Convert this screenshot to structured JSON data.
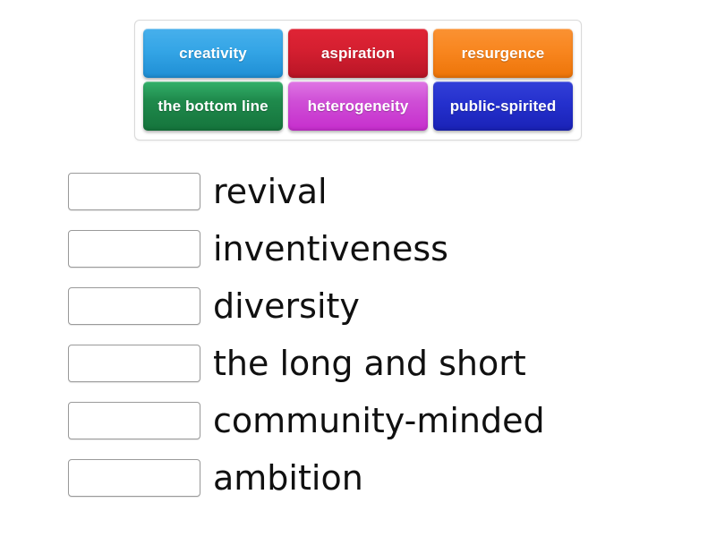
{
  "activity": {
    "type": "match-up",
    "background_color": "#ffffff"
  },
  "tile_bank": {
    "border_color": "#d9d9d9",
    "rows": [
      [
        {
          "label": "creativity",
          "color": "#2f9fe0",
          "color_name": "blue"
        },
        {
          "label": "aspiration",
          "color": "#d41f30",
          "color_name": "red"
        },
        {
          "label": "resurgence",
          "color": "#f8861f",
          "color_name": "orange"
        }
      ],
      [
        {
          "label": "the bottom line",
          "color": "#1f8a4c",
          "color_name": "green"
        },
        {
          "label": "heterogeneity",
          "color": "#cf4fd6",
          "color_name": "magenta"
        },
        {
          "label": "public-spirited",
          "color": "#2430cd",
          "color_name": "navy"
        }
      ]
    ]
  },
  "answers": [
    {
      "drop_value": "",
      "label": "revival"
    },
    {
      "drop_value": "",
      "label": "inventiveness"
    },
    {
      "drop_value": "",
      "label": "diversity"
    },
    {
      "drop_value": "",
      "label": "the long and short"
    },
    {
      "drop_value": "",
      "label": "community-minded"
    },
    {
      "drop_value": "",
      "label": "ambition"
    }
  ]
}
